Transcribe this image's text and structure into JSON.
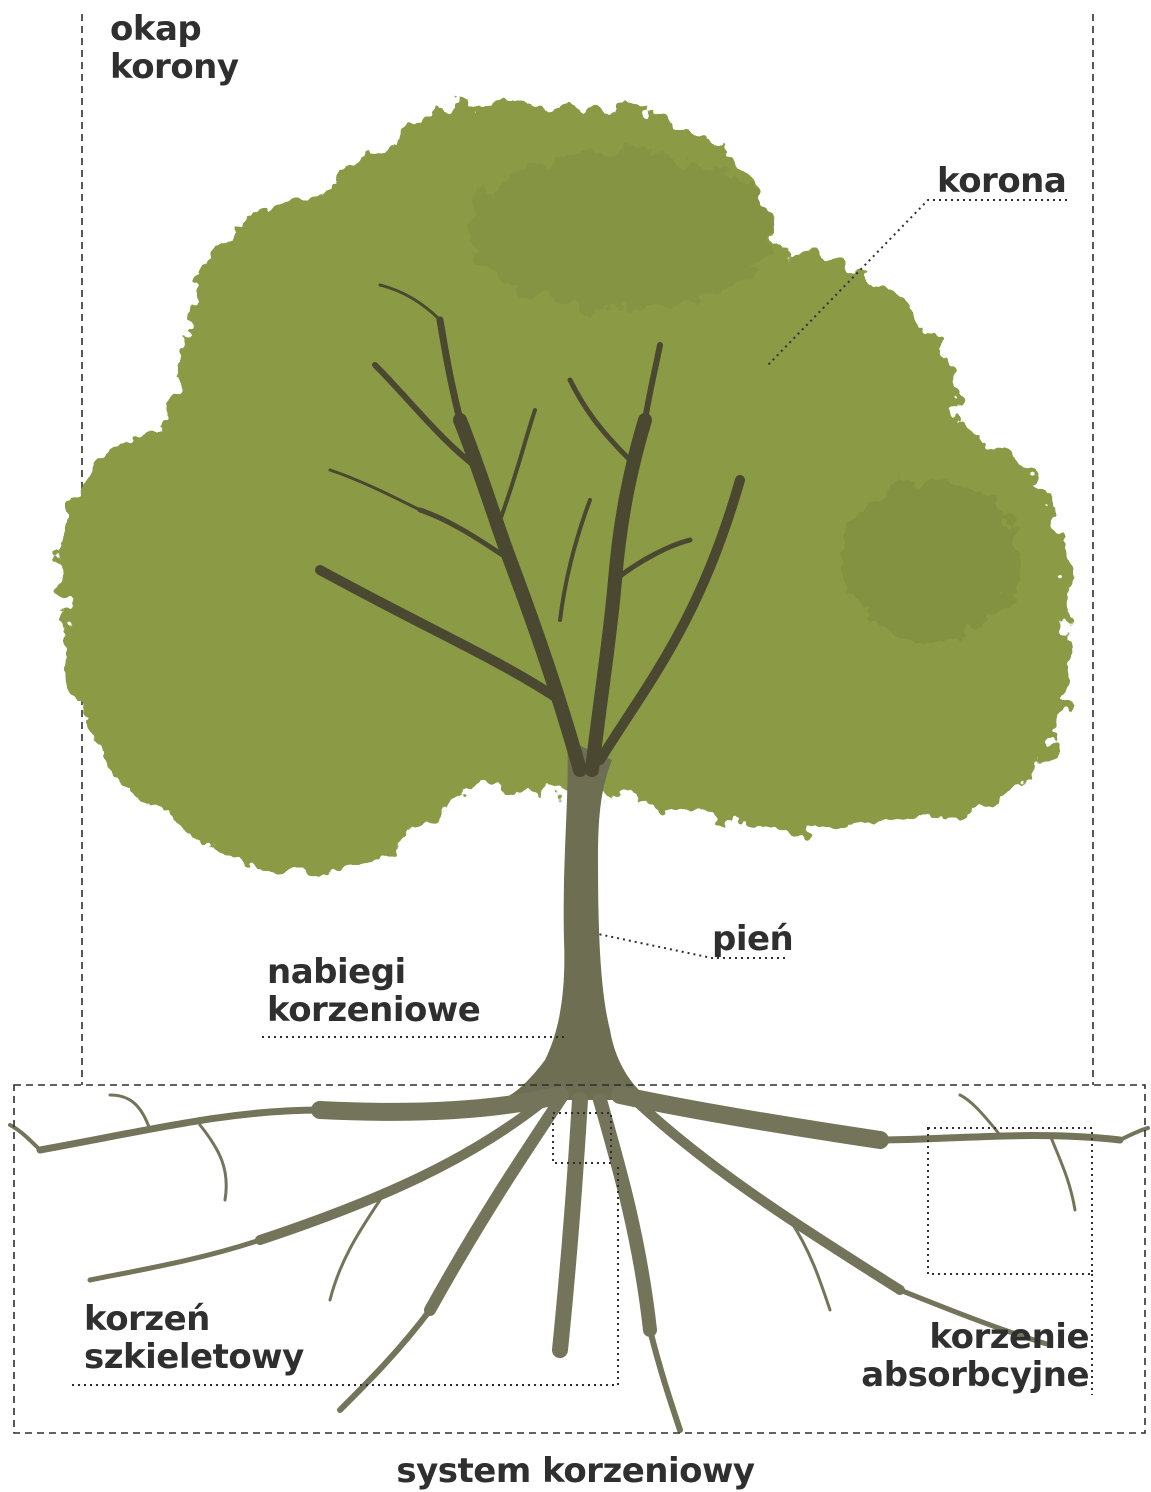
{
  "colors": {
    "crown": "#8a9a45",
    "crown_dark": "#7c8c3c",
    "trunk": "#6e6e52",
    "branch": "#4a4830",
    "root": "#74745a",
    "leader": "#2f2f2f",
    "text": "#2f2f2f"
  },
  "labels": {
    "canopy_line1": "okap",
    "canopy_line2": "korony",
    "crown": "korona",
    "trunk": "pień",
    "root_flare_line1": "nabiegi",
    "root_flare_line2": "korzeniowe",
    "skeletal_root_line1": "korzeń",
    "skeletal_root_line2": "szkieletowy",
    "absorptive_roots_line1": "korzenie",
    "absorptive_roots_line2": "absorbcyjne",
    "root_system": "system korzeniowy"
  }
}
